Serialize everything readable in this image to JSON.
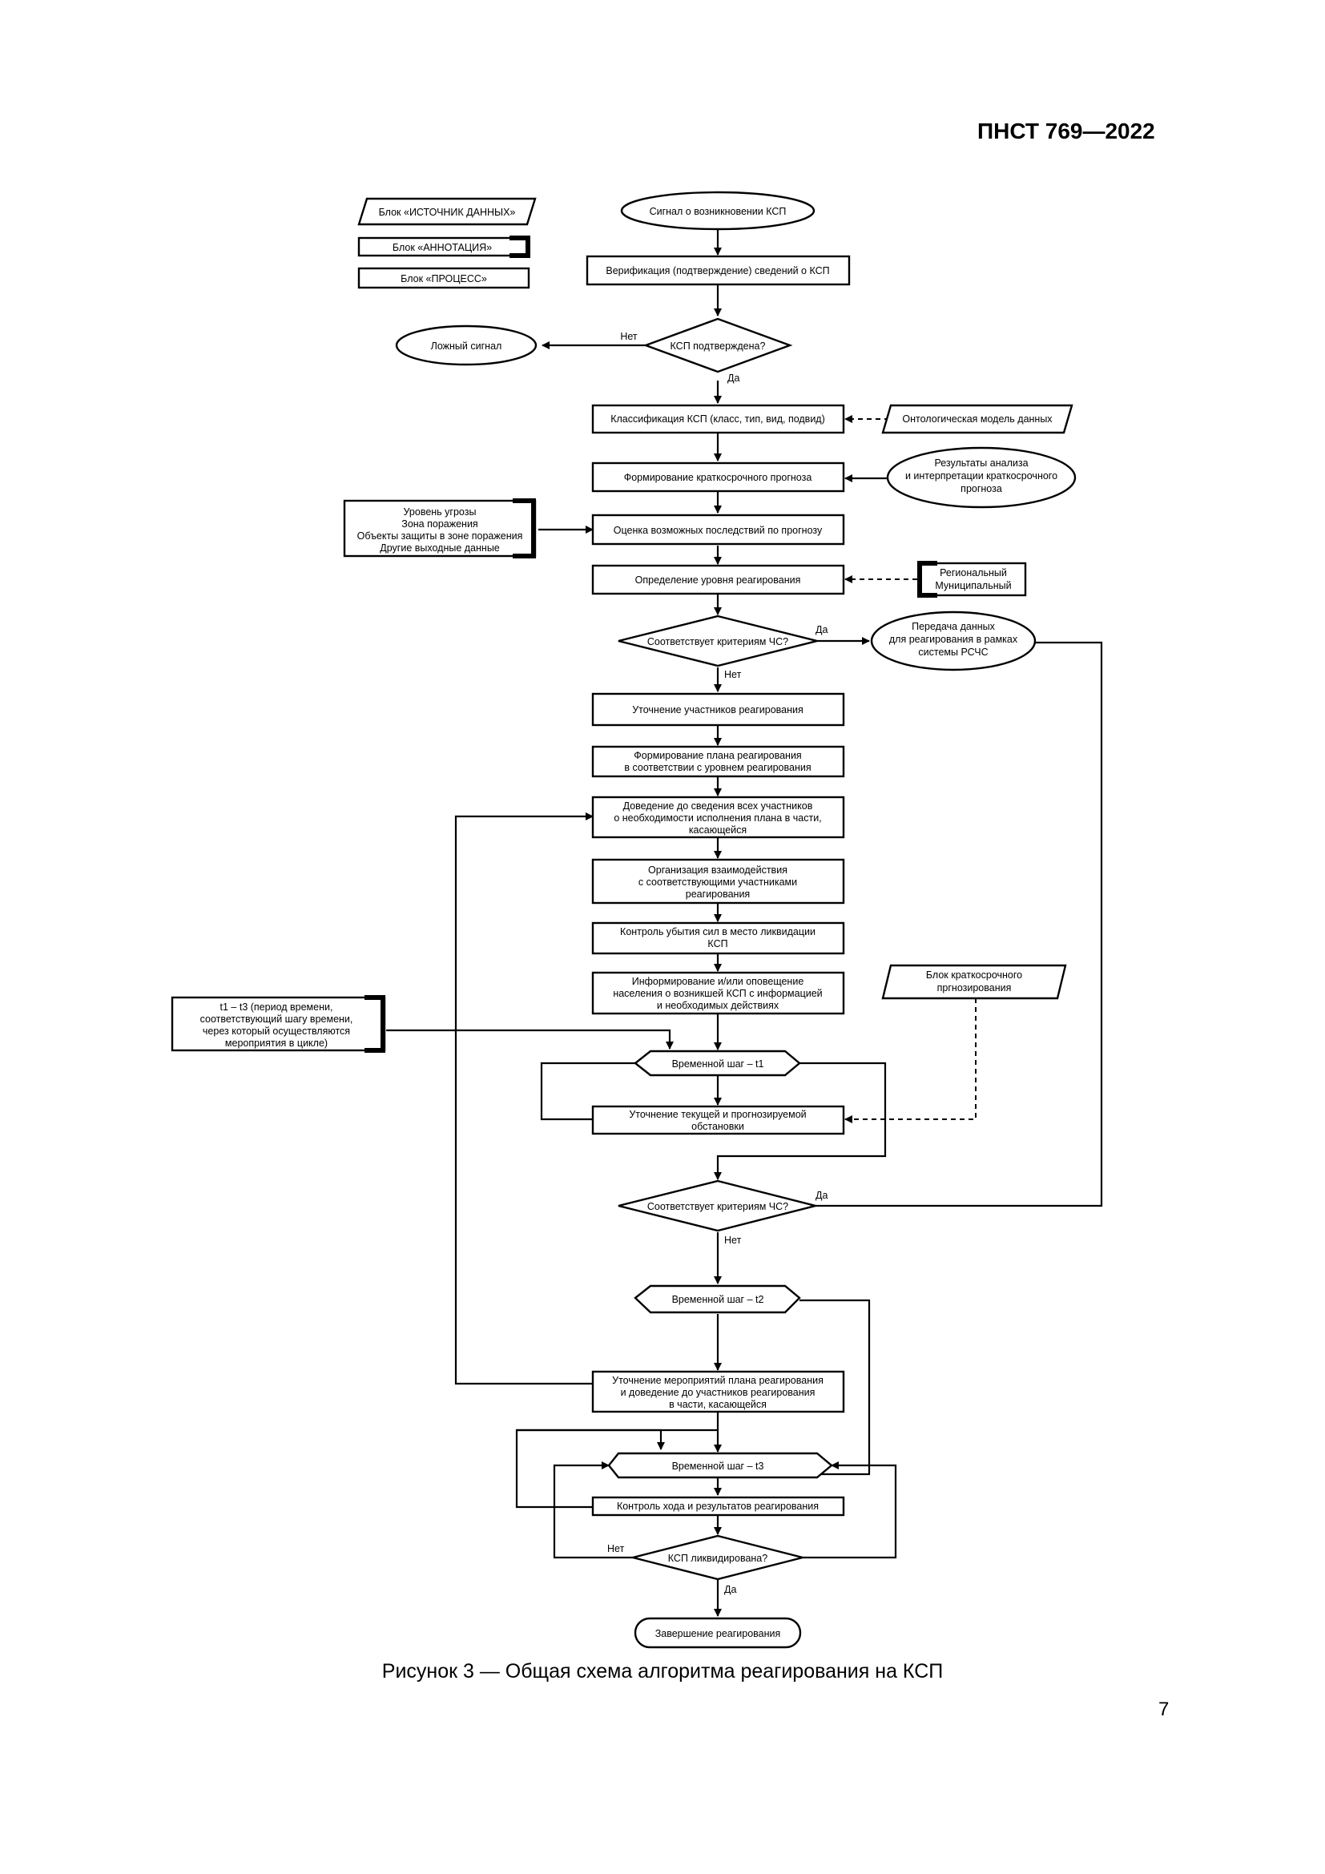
{
  "header": {
    "doc_id": "ПНСТ 769—2022"
  },
  "legend": {
    "data_source": "Блок «ИСТОЧНИК ДАННЫХ»",
    "annotation": "Блок «АННОТАЦИЯ»",
    "process": "Блок «ПРОЦЕСС»"
  },
  "nodes": {
    "signal": "Сигнал о возникновении КСП",
    "verification": "Верификация (подтверждение) сведений о КСП",
    "confirmed_q": "КСП подтверждена?",
    "false_signal": "Ложный сигнал",
    "classification": "Классификация КСП (класс, тип, вид, подвид)",
    "ontology": "Онтологическая модель данных",
    "short_forecast": "Формирование краткосрочного прогноза",
    "analysis_results": [
      "Результаты анализа",
      "и интерпретации краткосрочного",
      "прогноза"
    ],
    "consequences": "Оценка возможных последствий по прогнозу",
    "output_data": [
      "Уровень угрозы",
      "Зона поражения",
      "Объекты защиты в зоне поражения",
      "Другие выходные данные"
    ],
    "response_level": "Определение уровня реагирования",
    "levels": [
      "Региональный",
      "Муниципальный"
    ],
    "criteria_q1": "Соответствует критериям ЧС?",
    "rschs": [
      "Передача данных",
      "для реагирования в рамках",
      "системы РСЧС"
    ],
    "participants": "Уточнение участников реагирования",
    "plan": [
      "Формирование плана реагирования",
      "в соответствии с уровнем реагирования"
    ],
    "notify_participants": [
      "Доведение до сведения всех участников",
      "о необходимости исполнения плана в части,",
      "касающейся"
    ],
    "interaction": [
      "Организация взаимодействия",
      "с соответствующими участниками",
      "реагирования"
    ],
    "forces_control": [
      "Контроль убытия сил в место ликвидации",
      "КСП"
    ],
    "inform_population": [
      "Информирование и/или оповещение",
      "населения о возникшей КСП с информацией",
      "и необходимых действиях"
    ],
    "forecast_block": [
      "Блок краткосрочного",
      "пргнозирования"
    ],
    "time_period": [
      "t1 – t3 (период времени,",
      "соответствующий шагу времени,",
      "через который осуществляются",
      "мероприятия в цикле)"
    ],
    "step_t1": "Временной шаг – t1",
    "refine_situation": [
      "Уточнение текущей и прогнозируемой",
      "обстановки"
    ],
    "criteria_q2": "Соответствует критериям ЧС?",
    "step_t2": "Временной шаг – t2",
    "refine_measures": [
      "Уточнение мероприятий плана реагирования",
      "и доведение до участников реагирования",
      "в части, касающейся"
    ],
    "step_t3": "Временной шаг – t3",
    "control_progress": "Контроль хода и результатов реагирования",
    "liquidated_q": "КСП ликвидирована?",
    "finish": "Завершение реагирования"
  },
  "edge_labels": {
    "no": "Нет",
    "yes": "Да"
  },
  "caption": "Рисунок 3 — Общая схема алгоритма реагирования на КСП",
  "page_number": "7"
}
